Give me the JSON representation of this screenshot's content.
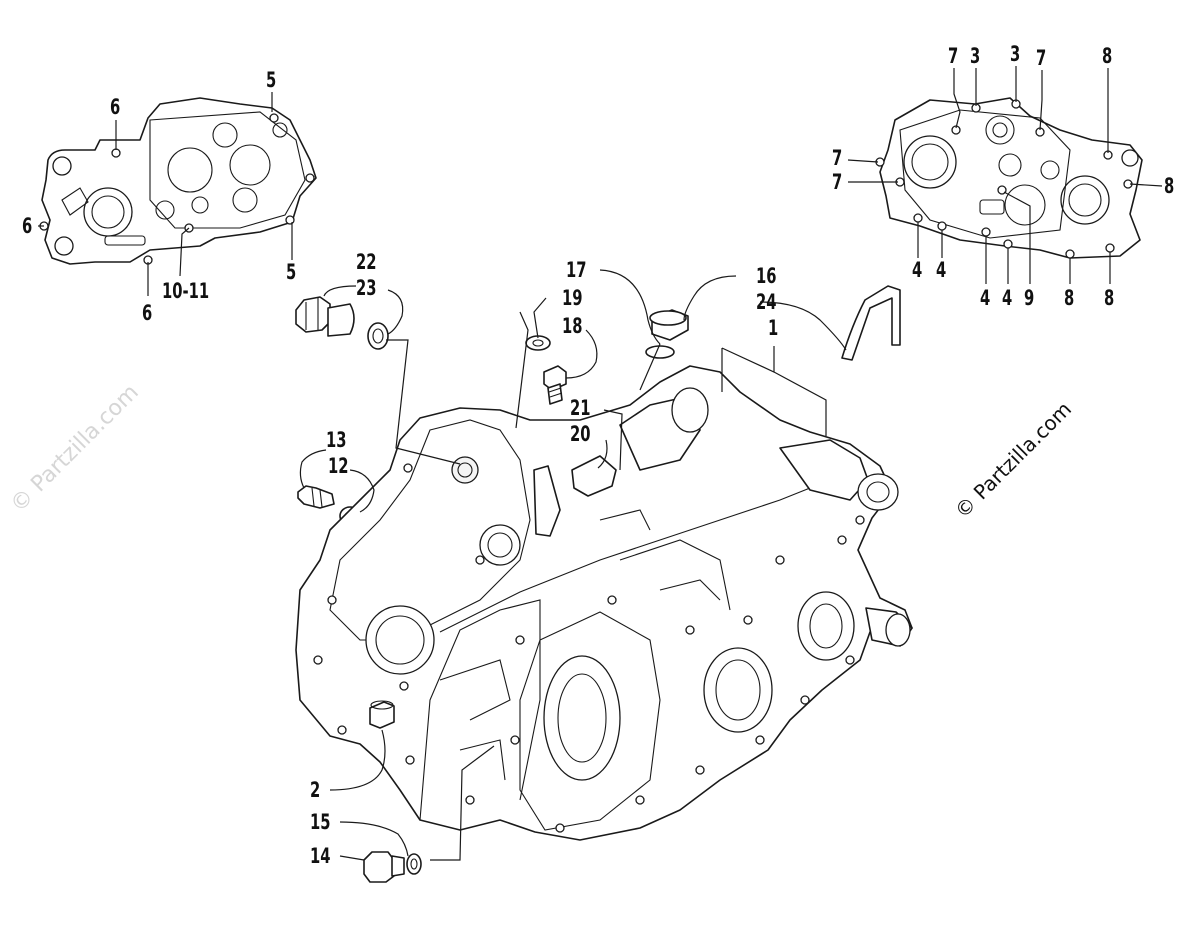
{
  "watermark": {
    "main": "© Partzilla.com",
    "faint_left": "© Partzilla.com"
  },
  "callouts": [
    {
      "id": "c-5-top",
      "text": "5"
    },
    {
      "id": "c-6-top",
      "text": "6"
    },
    {
      "id": "c-6-left",
      "text": "6"
    },
    {
      "id": "c-10-11",
      "text": "10-11"
    },
    {
      "id": "c-6-bottom",
      "text": "6"
    },
    {
      "id": "c-5-bottom",
      "text": "5"
    },
    {
      "id": "c-22",
      "text": "22"
    },
    {
      "id": "c-23",
      "text": "23"
    },
    {
      "id": "c-17",
      "text": "17"
    },
    {
      "id": "c-19",
      "text": "19"
    },
    {
      "id": "c-18",
      "text": "18"
    },
    {
      "id": "c-16",
      "text": "16"
    },
    {
      "id": "c-24",
      "text": "24"
    },
    {
      "id": "c-1",
      "text": "1"
    },
    {
      "id": "c-21",
      "text": "21"
    },
    {
      "id": "c-20",
      "text": "20"
    },
    {
      "id": "c-13",
      "text": "13"
    },
    {
      "id": "c-12",
      "text": "12"
    },
    {
      "id": "c-2",
      "text": "2"
    },
    {
      "id": "c-15",
      "text": "15"
    },
    {
      "id": "c-14",
      "text": "14"
    },
    {
      "id": "c-7-a",
      "text": "7"
    },
    {
      "id": "c-3-a",
      "text": "3"
    },
    {
      "id": "c-3-b",
      "text": "3"
    },
    {
      "id": "c-7-b",
      "text": "7"
    },
    {
      "id": "c-8-top",
      "text": "8"
    },
    {
      "id": "c-7-c",
      "text": "7"
    },
    {
      "id": "c-7-d",
      "text": "7"
    },
    {
      "id": "c-8-right",
      "text": "8"
    },
    {
      "id": "c-4-a",
      "text": "4"
    },
    {
      "id": "c-4-b",
      "text": "4"
    },
    {
      "id": "c-4-c",
      "text": "4"
    },
    {
      "id": "c-4-d",
      "text": "4"
    },
    {
      "id": "c-9",
      "text": "9"
    },
    {
      "id": "c-8-a",
      "text": "8"
    },
    {
      "id": "c-8-b",
      "text": "8"
    }
  ]
}
